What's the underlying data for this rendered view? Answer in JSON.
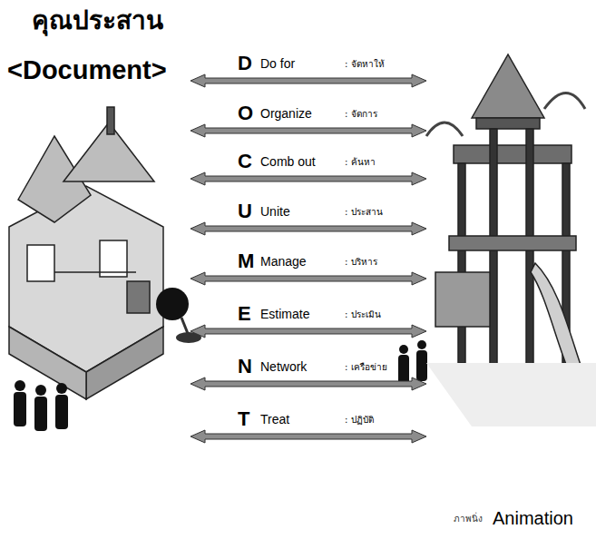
{
  "diagram": {
    "title": "คุณประสาน",
    "labels": [
      "<Document>",
      "D",
      "Do for",
      ": จัดหาให้",
      "O",
      "Organize",
      ": จัดการ",
      "C",
      "Comb out",
      ": ค้นหา",
      "U",
      "Unite",
      ": ประสาน",
      "M",
      "Manage",
      ": บริหาร",
      "E",
      "Estimate",
      ": ประเมิน",
      "N",
      "Network",
      ": เครือข่าย",
      "T",
      "Treat",
      ": ปฏิบัติ",
      "ภาพนิ่ง",
      "Animation"
    ]
  }
}
